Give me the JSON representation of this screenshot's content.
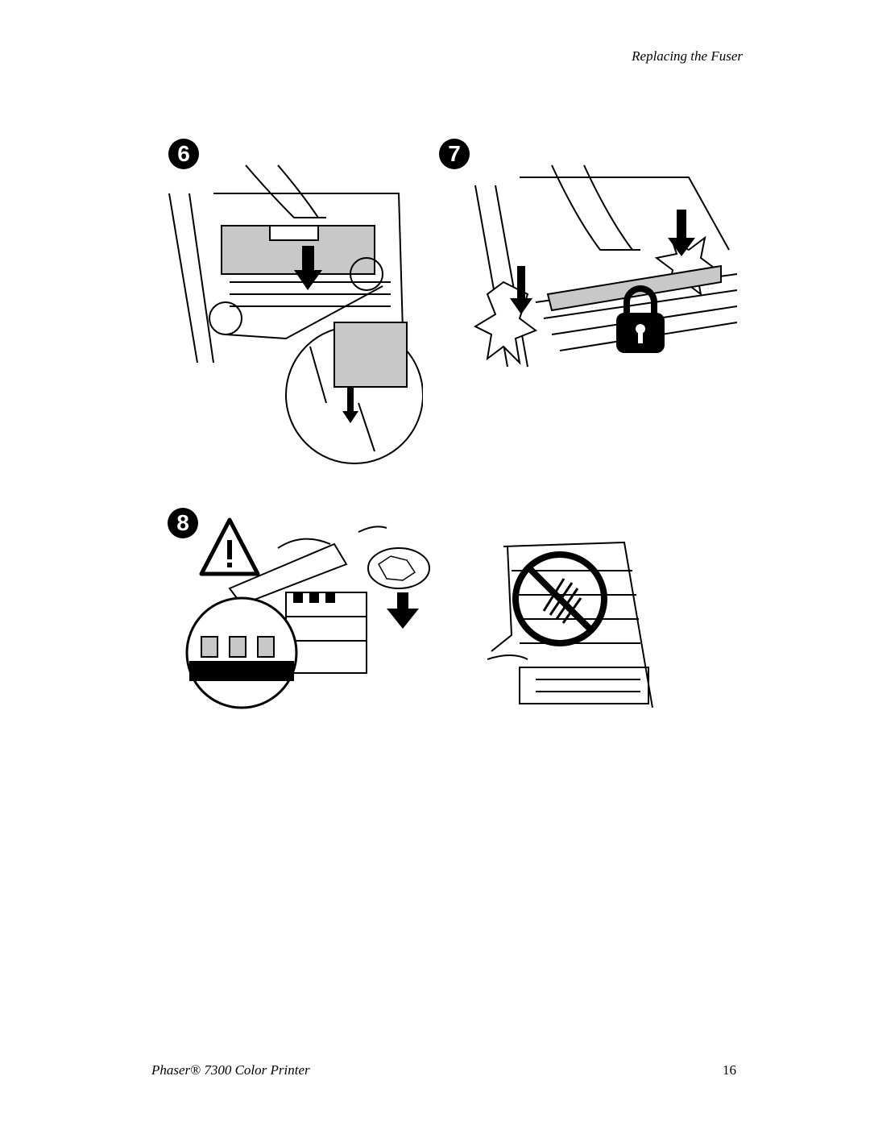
{
  "header": {
    "title": "Replacing the Fuser"
  },
  "steps": [
    {
      "number": "6",
      "icon": "insert-fuser-illustration"
    },
    {
      "number": "7",
      "icon": "lock-fuser-illustration"
    },
    {
      "number": "8",
      "icon": "close-cover-caution-illustration"
    }
  ],
  "footer": {
    "product": "Phaser® 7300 Color Printer",
    "page_number": "16"
  },
  "colors": {
    "ink": "#000000",
    "shade": "#c8c8c8",
    "paper": "#ffffff"
  }
}
